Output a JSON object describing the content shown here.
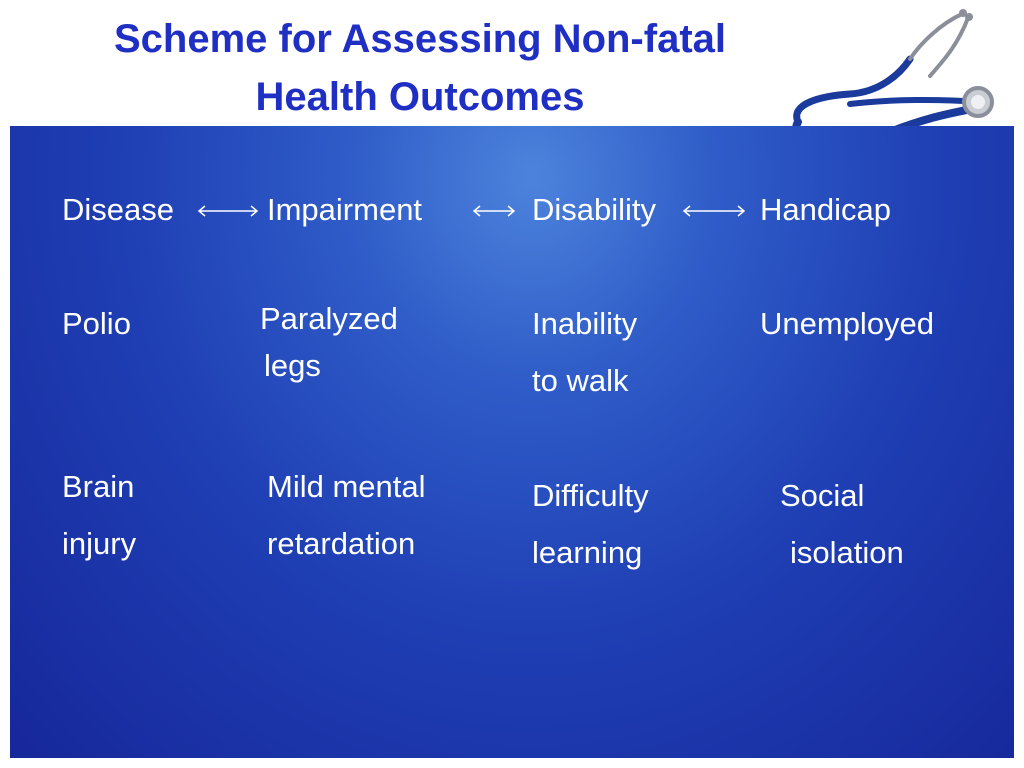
{
  "title": {
    "line1": "Scheme for Assessing Non-fatal",
    "line2": "Health Outcomes"
  },
  "icons": {
    "stethoscope": "stethoscope-icon",
    "arrow": "double-arrow-icon"
  },
  "colors": {
    "title": "#1f2fc4",
    "panel": "#2246b8",
    "text": "#ffffff"
  },
  "header": [
    "Disease",
    "Impairment",
    "Disability",
    "Handicap"
  ],
  "rows": [
    {
      "disease": [
        "Polio"
      ],
      "impairment": [
        "Paralyzed",
        "legs"
      ],
      "disability": [
        "Inability",
        "to walk"
      ],
      "handicap": [
        "Unemployed"
      ]
    },
    {
      "disease": [
        "Brain",
        "injury"
      ],
      "impairment": [
        "Mild mental",
        "retardation"
      ],
      "disability": [
        "Difficulty",
        "learning"
      ],
      "handicap": [
        "Social",
        "isolation"
      ]
    }
  ]
}
